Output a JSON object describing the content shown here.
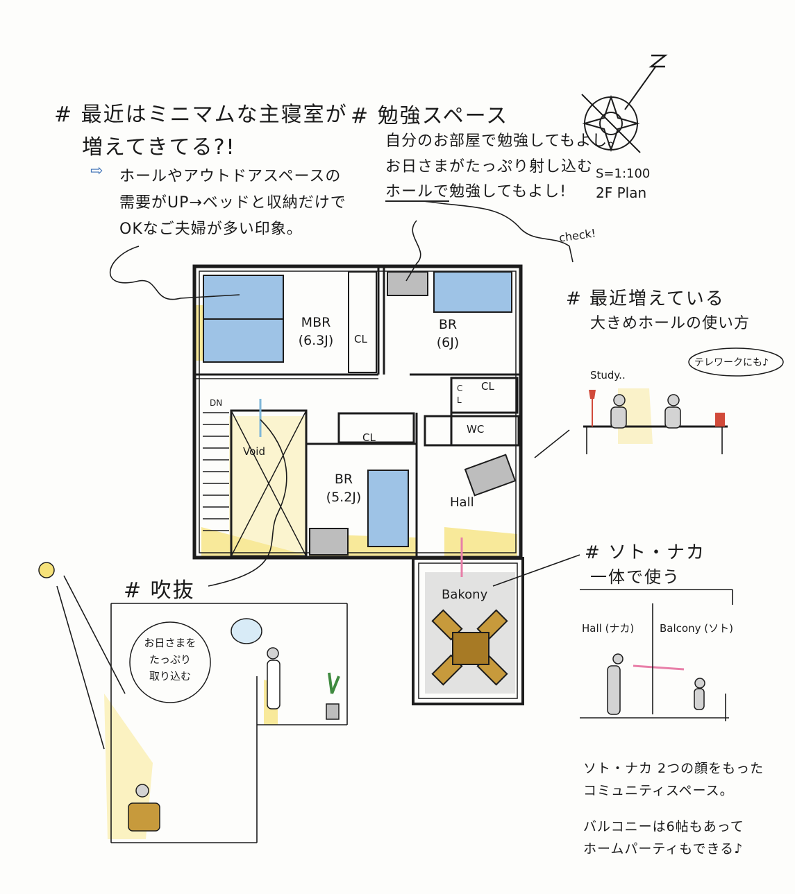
{
  "notes": {
    "bedroom": {
      "title_line1": "# 最近はミニマムな主寝室が",
      "title_line2": "増えてきてる?!",
      "body_line1": "ホールやアウトドアスペースの",
      "body_line2": "需要がUP→ベッドと収納だけで",
      "body_line3": "OKなご夫婦が多い印象。"
    },
    "study": {
      "title": "# 勉強スペース",
      "body_line1": "自分のお部屋で勉強してもよし。",
      "body_line2": "お日さまがたっぷり射し込む",
      "body_line3_underlined": "ホールで",
      "body_line3_rest": "勉強してもよし!"
    },
    "hall": {
      "title": "# 最近増えている",
      "subtitle": "大きめホールの使い方",
      "study_label": "Study..",
      "bubble": "テレワークにも♪"
    },
    "void": {
      "title": "# 吹抜",
      "bubble_line1": "お日さまを",
      "bubble_line2": "たっぷり",
      "bubble_line3": "取り込む"
    },
    "soto_naka": {
      "title_line1": "# ソト・ナカ",
      "title_line2": "一体で使う",
      "hall_label": "Hall (ナカ)",
      "balcony_label": "Balcony (ソト)",
      "body_line1": "ソト・ナカ 2つの顔をもった",
      "body_line2": "コミュニティスペース。",
      "body_line3": "バルコニーは6帖もあって",
      "body_line4": "ホームパーティもできる♪"
    }
  },
  "plan": {
    "scale": "S=1:100",
    "title": "2F Plan",
    "check": "check!",
    "rooms": {
      "mbr": "MBR",
      "mbr_size": "(6.3J)",
      "br1": "BR",
      "br1_size": "(6J)",
      "br2": "BR",
      "br2_size": "(5.2J)",
      "void": "Void",
      "hall": "Hall",
      "wc": "WC",
      "balcony": "Bakony",
      "cl": "CL",
      "dn": "DN",
      "c": "C",
      "l": "L"
    }
  },
  "colors": {
    "ink": "#1c1c1c",
    "bed_blue": "#9ec3e6",
    "sun_yellow": "#f6e27a",
    "pink_arrow": "#e87fa8",
    "wood_brown": "#c79a3c",
    "gray_fill": "#bdbdbd"
  }
}
